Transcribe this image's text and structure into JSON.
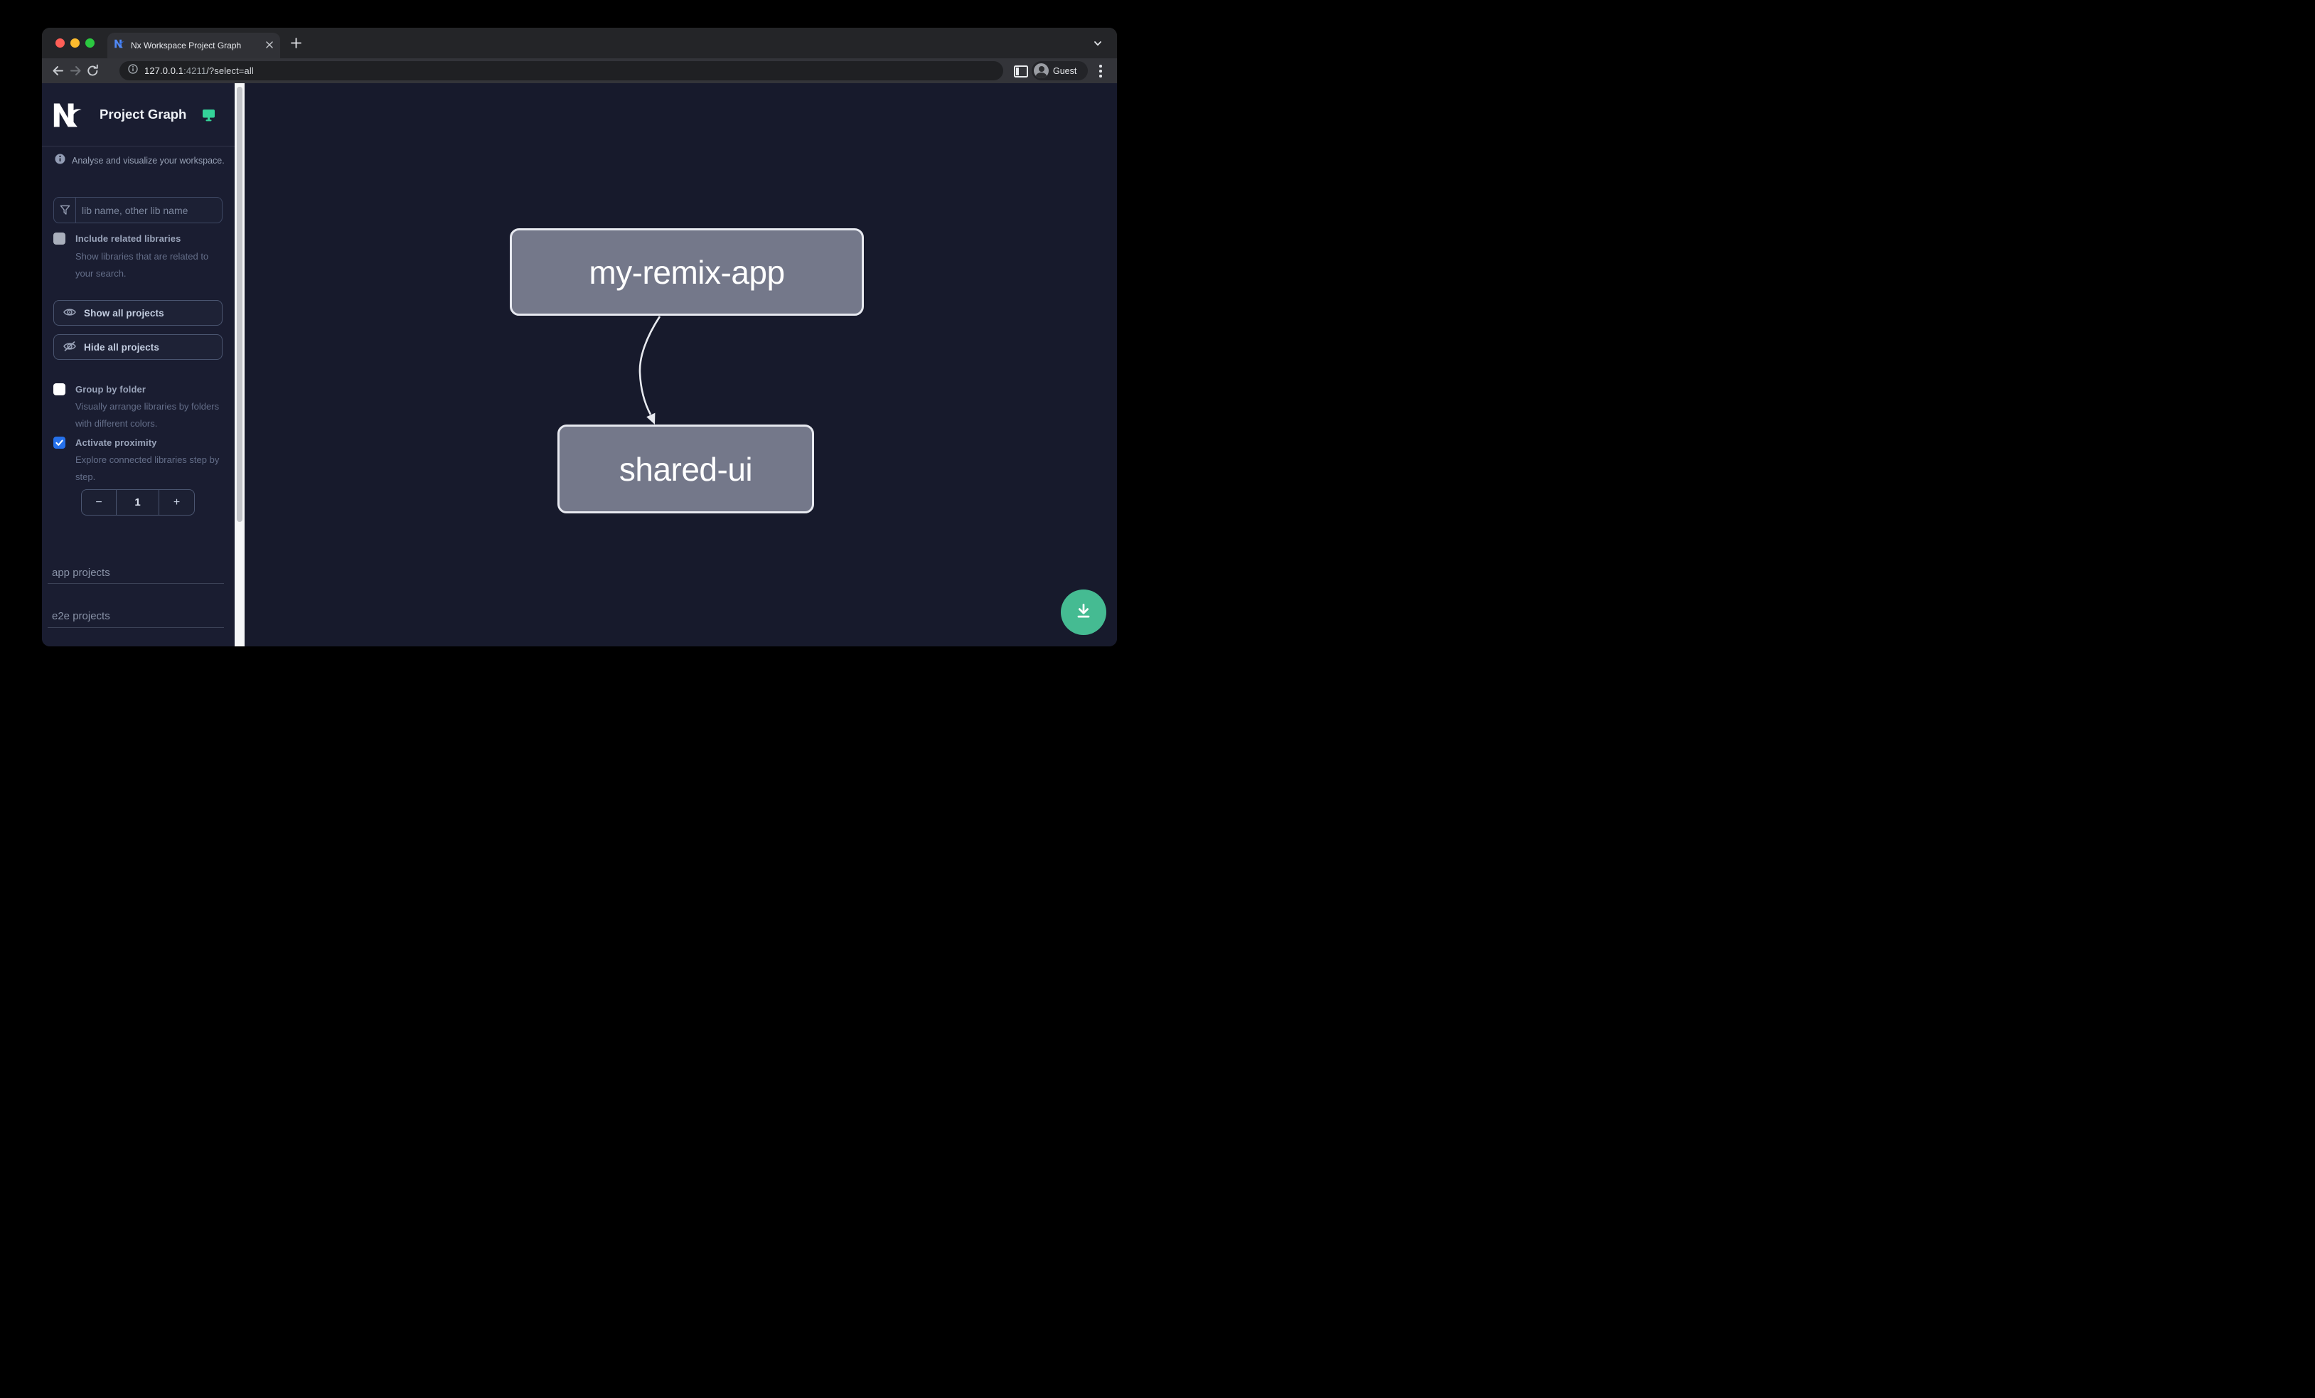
{
  "browser": {
    "tab_title": "Nx Workspace Project Graph",
    "url": {
      "host": "127.0.0.1",
      "port": ":4211",
      "path": "/?select=all"
    },
    "profile_label": "Guest"
  },
  "header": {
    "app_title": "Project Graph"
  },
  "sidebar": {
    "tagline": "Analyse and visualize your workspace.",
    "search_placeholder": "lib name, other lib name",
    "include_related": {
      "label": "Include related libraries",
      "description": "Show libraries that are related to your search.",
      "checked": false,
      "disabled": true
    },
    "show_all_label": "Show all projects",
    "hide_all_label": "Hide all projects",
    "group_by_folder": {
      "label": "Group by folder",
      "description": "Visually arrange libraries by folders with different colors.",
      "checked": false
    },
    "activate_proximity": {
      "label": "Activate proximity",
      "description": "Explore connected libraries step by step.",
      "checked": true
    },
    "proximity_stepper": {
      "decrement": "−",
      "value": "1",
      "increment": "+"
    },
    "sections": {
      "app": "app projects",
      "e2e": "e2e projects"
    }
  },
  "graph": {
    "nodes": [
      {
        "label": "my-remix-app"
      },
      {
        "label": "shared-ui"
      }
    ],
    "edges": [
      {
        "source": "my-remix-app",
        "target": "shared-ui"
      }
    ]
  },
  "colors": {
    "accent_green": "#34d399",
    "fab_green": "#45bb92",
    "checkbox_blue": "#2570ea",
    "node_fill": "#74788a",
    "node_border": "#e7e9f0",
    "canvas_bg": "#171a2c",
    "sidebar_bg": "#1a1d31"
  }
}
